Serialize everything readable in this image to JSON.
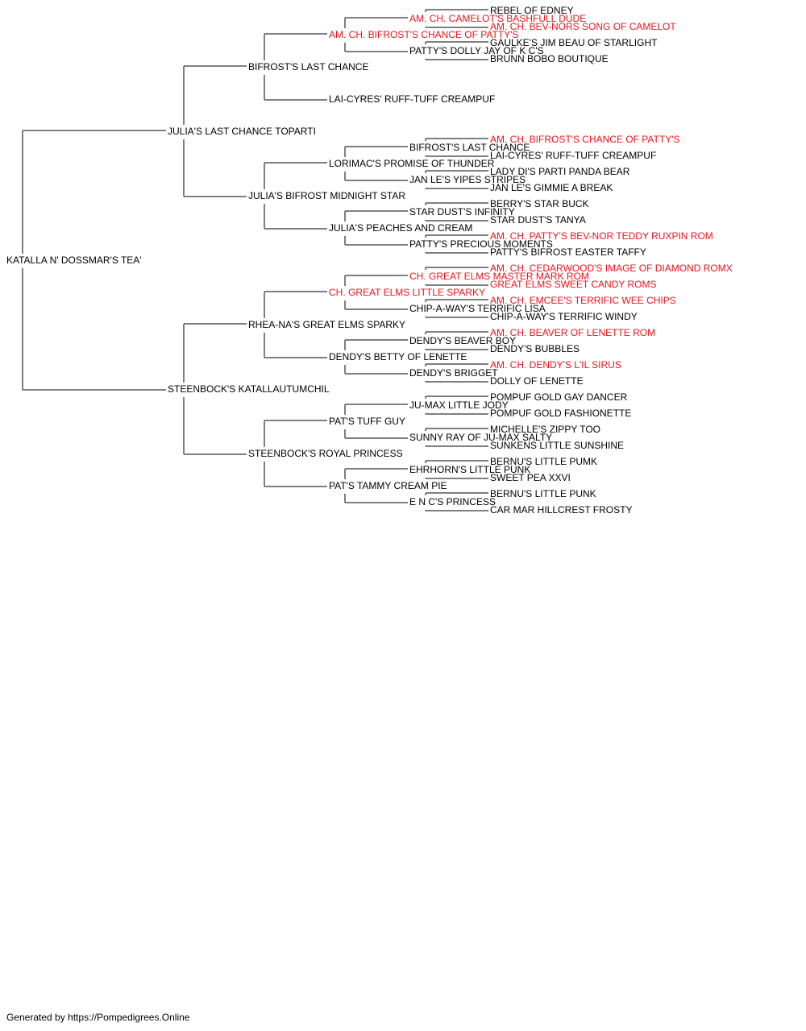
{
  "colors": {
    "normal": "#000000",
    "champion": "#e8141c",
    "connector": "#555555"
  },
  "footer": "Generated by https://Pompedigrees.Online",
  "pedigree": {
    "name": "KATALLA N' DOSSMAR'S TEA'",
    "champion": false,
    "sire": {
      "name": "JULIA'S LAST CHANCE TOPARTI",
      "champion": false,
      "sire": {
        "name": "BIFROST'S LAST CHANCE",
        "champion": false,
        "sire": {
          "name": "AM. CH. BIFROST'S CHANCE OF PATTY'S",
          "champion": true,
          "sire": {
            "name": "AM. CH. CAMELOT'S BASHFULL DUDE",
            "champion": true,
            "sire": {
              "name": "REBEL OF EDNEY",
              "champion": false
            },
            "dam": {
              "name": "AM. CH. BEV-NORS SONG OF CAMELOT",
              "champion": true
            }
          },
          "dam": {
            "name": "PATTY'S DOLLY JAY OF K C'S",
            "champion": false,
            "sire": {
              "name": "GAULKE'S JIM BEAU OF STARLIGHT",
              "champion": false
            },
            "dam": {
              "name": "BRUNN BOBO BOUTIQUE",
              "champion": false
            }
          }
        },
        "dam": {
          "name": "LAI-CYRES' RUFF-TUFF CREAMPUF",
          "champion": false
        }
      },
      "dam": {
        "name": "JULIA'S BIFROST MIDNIGHT STAR",
        "champion": false,
        "sire": {
          "name": "LORIMAC'S PROMISE OF THUNDER",
          "champion": false,
          "sire": {
            "name": "BIFROST'S LAST CHANCE",
            "champion": false,
            "sire": {
              "name": "AM. CH. BIFROST'S CHANCE OF PATTY'S",
              "champion": true
            },
            "dam": {
              "name": "LAI-CYRES' RUFF-TUFF CREAMPUF",
              "champion": false
            }
          },
          "dam": {
            "name": "JAN LE'S YIPES STRIPES",
            "champion": false,
            "sire": {
              "name": "LADY DI'S PARTI PANDA BEAR",
              "champion": false
            },
            "dam": {
              "name": "JAN LE'S GIMMIE A BREAK",
              "champion": false
            }
          }
        },
        "dam": {
          "name": "JULIA'S PEACHES AND CREAM",
          "champion": false,
          "sire": {
            "name": "STAR DUST'S INFINITY",
            "champion": false,
            "sire": {
              "name": "BERRY'S STAR BUCK",
              "champion": false
            },
            "dam": {
              "name": "STAR DUST'S TANYA",
              "champion": false
            }
          },
          "dam": {
            "name": "PATTY'S PRECIOUS MOMENTS",
            "champion": false,
            "sire": {
              "name": "AM. CH. PATTY'S BEV-NOR TEDDY RUXPIN ROM",
              "champion": true
            },
            "dam": {
              "name": "PATTY'S BIFROST EASTER TAFFY",
              "champion": false
            }
          }
        }
      }
    },
    "dam": {
      "name": "STEENBOCK'S KATALLAUTUMCHIL",
      "champion": false,
      "sire": {
        "name": "RHEA-NA'S GREAT ELMS SPARKY",
        "champion": false,
        "sire": {
          "name": "CH. GREAT ELMS LITTLE SPARKY",
          "champion": true,
          "sire": {
            "name": "CH. GREAT ELMS MASTER MARK ROM",
            "champion": true,
            "sire": {
              "name": "AM. CH. CEDARWOOD'S IMAGE OF DIAMOND ROMX",
              "champion": true
            },
            "dam": {
              "name": "GREAT ELMS SWEET CANDY ROMS",
              "champion": true
            }
          },
          "dam": {
            "name": "CHIP-A-WAY'S TERRIFIC LISA",
            "champion": false,
            "sire": {
              "name": "AM. CH. EMCEE'S TERRIFIC WEE CHIPS",
              "champion": true
            },
            "dam": {
              "name": "CHIP-A-WAY'S TERRIFIC WINDY",
              "champion": false
            }
          }
        },
        "dam": {
          "name": "DENDY'S BETTY OF LENETTE",
          "champion": false,
          "sire": {
            "name": "DENDY'S BEAVER BOY",
            "champion": false,
            "sire": {
              "name": "AM. CH. BEAVER OF LENETTE ROM",
              "champion": true
            },
            "dam": {
              "name": "DENDY'S BUBBLES",
              "champion": false
            }
          },
          "dam": {
            "name": "DENDY'S BRIGGET",
            "champion": false,
            "sire": {
              "name": "AM. CH. DENDY'S L'IL SIRUS",
              "champion": true
            },
            "dam": {
              "name": "DOLLY OF LENETTE",
              "champion": false
            }
          }
        }
      },
      "dam": {
        "name": "STEENBOCK'S ROYAL PRINCESS",
        "champion": false,
        "sire": {
          "name": "PAT'S TUFF GUY",
          "champion": false,
          "sire": {
            "name": "JU-MAX LITTLE JODY",
            "champion": false,
            "sire": {
              "name": "POMPUF GOLD GAY DANCER",
              "champion": false
            },
            "dam": {
              "name": "POMPUF GOLD FASHIONETTE",
              "champion": false
            }
          },
          "dam": {
            "name": "SUNNY RAY OF JU-MAX SALTY",
            "champion": false,
            "sire": {
              "name": "MICHELLE'S ZIPPY TOO",
              "champion": false
            },
            "dam": {
              "name": "SUNKENS LITTLE SUNSHINE",
              "champion": false
            }
          }
        },
        "dam": {
          "name": "PAT'S TAMMY CREAM PIE",
          "champion": false,
          "sire": {
            "name": "EHRHORN'S LITTLE PUNK",
            "champion": false,
            "sire": {
              "name": "BERNU'S LITTLE PUMK",
              "champion": false
            },
            "dam": {
              "name": "SWEET PEA XXVI",
              "champion": false
            }
          },
          "dam": {
            "name": "E N C'S PRINCESS",
            "champion": false,
            "sire": {
              "name": "BERNU'S LITTLE PUNK",
              "champion": false
            },
            "dam": {
              "name": "CAR MAR HILLCREST FROSTY",
              "champion": false
            }
          }
        }
      }
    }
  }
}
